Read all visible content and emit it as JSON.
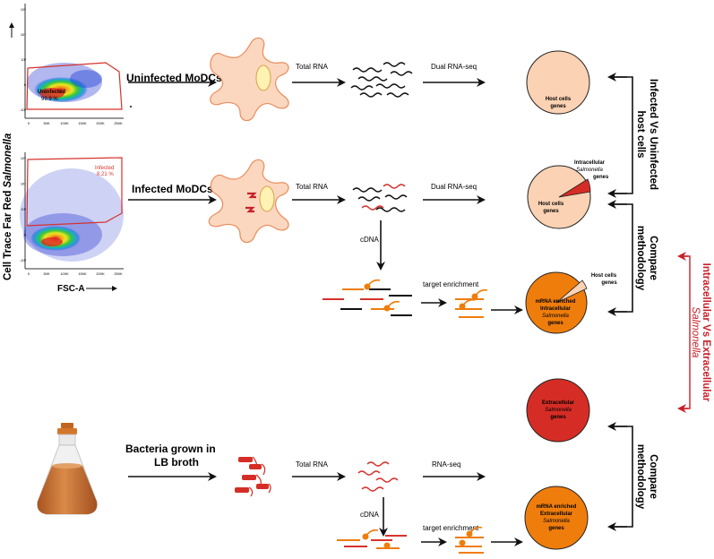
{
  "plots": {
    "y_axis_label_prefix": "Cell Trace Far Red ",
    "y_axis_label_italic": "Salmonella",
    "x_axis_label": "FSC-A",
    "top_gate": {
      "name": "Uninfected",
      "percent": "99.9 %"
    },
    "bottom_gate": {
      "name": "Infected",
      "percent": "8.21 %"
    },
    "x_ticks": [
      "0",
      "50K",
      "100K",
      "150K",
      "200K",
      "250K"
    ],
    "y_ticks": [
      "10⁵",
      "10⁴",
      "10³",
      "0",
      "-10³"
    ]
  },
  "rows": {
    "uninfected": {
      "label": "Uninfected MoDCs",
      "step1": "Total RNA",
      "step2": "Dual RNA-seq"
    },
    "infected": {
      "label": "Infected MoDCs",
      "step1": "Total RNA",
      "step2": "Dual RNA-seq",
      "step_down": "cDNA",
      "step_enrich": "target enrichment"
    },
    "bacteria": {
      "label_line1": "Bacteria grown in",
      "label_line2": "LB broth",
      "step1": "Total RNA",
      "step2": "RNA-seq",
      "step_down": "cDNA",
      "step_enrich": "target enrichment"
    }
  },
  "pies": {
    "host_only": {
      "line1": "Host cells",
      "line2": "genes"
    },
    "infected": {
      "host_line1": "Host cells",
      "host_line2": "genes",
      "intra_line1": "Intracellular",
      "intra_line2": "Salmonella",
      "intra_line3": "genes"
    },
    "enriched_intra": {
      "host_line1": "Host cells",
      "host_line2": "genes",
      "line1": "mRNA enriched",
      "line2": "Intracellular",
      "line3": "Salmonella",
      "line4": "genes"
    },
    "extracellular": {
      "line1": "Extracellular",
      "line2": "Salmonella",
      "line3": "genes"
    },
    "enriched_extra": {
      "line1": "mRNA enriched",
      "line2": "Extracellular",
      "line3": "Salmonella",
      "line4": "genes"
    }
  },
  "brackets": {
    "infected_vs_uninfected": {
      "line1": "Infected Vs Uninfected",
      "line2": "host cells"
    },
    "compare_top": {
      "line1": "Compare",
      "line2": "methodology"
    },
    "compare_bottom": {
      "line1": "Compare",
      "line2": "methodology"
    },
    "intra_vs_extra": {
      "line1": "Intracellular Vs Extracellular",
      "line2": "Salmonella"
    }
  },
  "colors": {
    "host_pie": "#fbd2b4",
    "salmonella_red": "#d52d25",
    "enriched_orange": "#ef7d0c",
    "cell_fill": "#fbd7bf",
    "cell_stroke": "#e98c5c",
    "nucleus": "#fff2b3",
    "gate": "#d6322b",
    "compare_red": "#c8202a",
    "flask_body": "#c8712f"
  }
}
